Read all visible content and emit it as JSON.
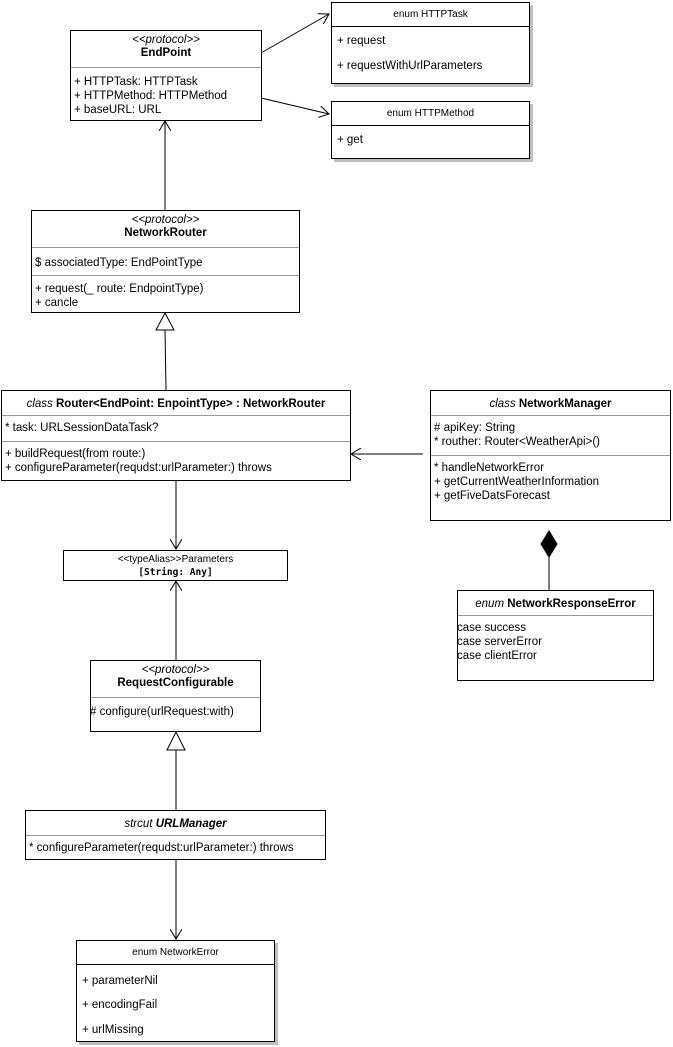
{
  "endpoint": {
    "stereotype": "<<protocol>>",
    "name": "EndPoint",
    "attributes": [
      "+ HTTPTask: HTTPTask",
      "+ HTTPMethod: HTTPMethod",
      "+ baseURL: URL"
    ]
  },
  "http_task": {
    "title": "enum HTTPTask",
    "items": [
      "+  request",
      "+ requestWithUrlParameters"
    ]
  },
  "http_method": {
    "title": "enum HTTPMethod",
    "items": [
      "+  get"
    ]
  },
  "network_router": {
    "stereotype": "<<protocol>>",
    "name": "NetworkRouter",
    "attributes": [
      "$ associatedType: EndPointType"
    ],
    "methods": [
      "+ request(_ route: EndpointType)",
      "+ cancle"
    ]
  },
  "router": {
    "keyword": "class",
    "name": "Router<EndPoint: EnpointType> : NetworkRouter",
    "attributes": [
      "* task: URLSessionDataTask?"
    ],
    "methods": [
      "+ buildRequest(from route:)",
      "+ configureParameter(requdst:urlParameter:) throws"
    ]
  },
  "network_manager": {
    "keyword": "class",
    "name": "NetworkManager",
    "attributes": [
      "# apiKey: String",
      "* routher: Router<WeatherApi>()"
    ],
    "methods": [
      "* handleNetworkError",
      "+ getCurrentWeatherInformation",
      "+ getFiveDatsForecast"
    ]
  },
  "parameters": {
    "stereotype": "<<typeAlias>>Parameters",
    "type": "[String: Any]"
  },
  "network_response_error": {
    "keyword": "enum",
    "name": "NetworkResponseError",
    "cases": [
      "case success",
      "case serverError",
      "case clientError"
    ]
  },
  "request_configurable": {
    "stereotype": "<<protocol>>",
    "name": "RequestConfigurable",
    "methods": [
      "# configure(urlRequest:with)"
    ]
  },
  "url_manager": {
    "keyword": "strcut",
    "name": "URLManager",
    "methods": [
      "* configureParameter(requdst:urlParameter:) throws"
    ]
  },
  "network_error": {
    "title": "enum NetworkError",
    "items": [
      "+  parameterNil",
      "+ encodingFail",
      "+ urlMissing"
    ]
  }
}
